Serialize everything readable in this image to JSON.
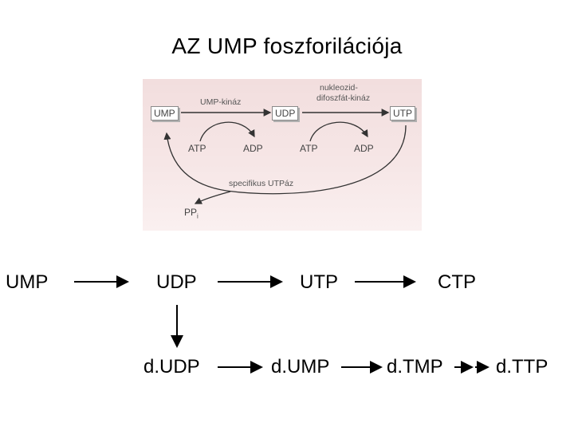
{
  "title": "AZ UMP foszforilációja",
  "figure": {
    "ump": "UMP",
    "udp": "UDP",
    "utp": "UTP",
    "atp1": "ATP",
    "adp1": "ADP",
    "atp2": "ATP",
    "adp2": "ADP",
    "pp": "PP",
    "pp_sub": "i",
    "enzyme1": "UMP-kináz",
    "enzyme2_line1": "nukleozid-",
    "enzyme2_line2": "difoszfát-kináz",
    "enzyme3": "specifikus UTPáz"
  },
  "pathway": {
    "ump": "UMP",
    "udp": "UDP",
    "utp": "UTP",
    "ctp": "CTP",
    "dudp": "d.UDP",
    "dump": "d.UMP",
    "dtmp": "d.TMP",
    "dttp": "d.TTP"
  }
}
